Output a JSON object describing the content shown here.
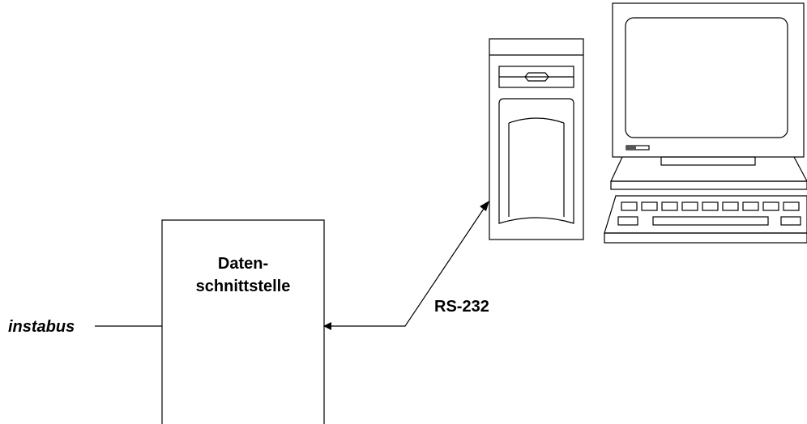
{
  "diagram": {
    "bus_label": "instabus",
    "interface_label_line1": "Daten-",
    "interface_label_line2": "schnittstelle",
    "connection_label": "RS-232",
    "icons": {
      "pc_tower": "pc-tower-icon",
      "monitor": "monitor-icon",
      "keyboard": "keyboard-icon"
    },
    "colors": {
      "stroke": "#000000",
      "background": "#ffffff",
      "power_led": "#555555"
    }
  }
}
